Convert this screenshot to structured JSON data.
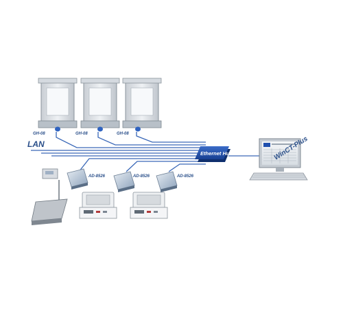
{
  "network": {
    "lan_label": "LAN",
    "hub_label": "Ethernet Hub",
    "software_label": "WinCT-Plus"
  },
  "balances": [
    {
      "label": "GH-08"
    },
    {
      "label": "GH-08"
    },
    {
      "label": "GH-08"
    }
  ],
  "converters": [
    {
      "label": "AD-8526"
    },
    {
      "label": "AD-8526"
    },
    {
      "label": "AD-8526"
    }
  ],
  "colors": {
    "network_line": "#3a68b8",
    "hub": "#1f4fae",
    "label_text": "#2a4f8a"
  }
}
